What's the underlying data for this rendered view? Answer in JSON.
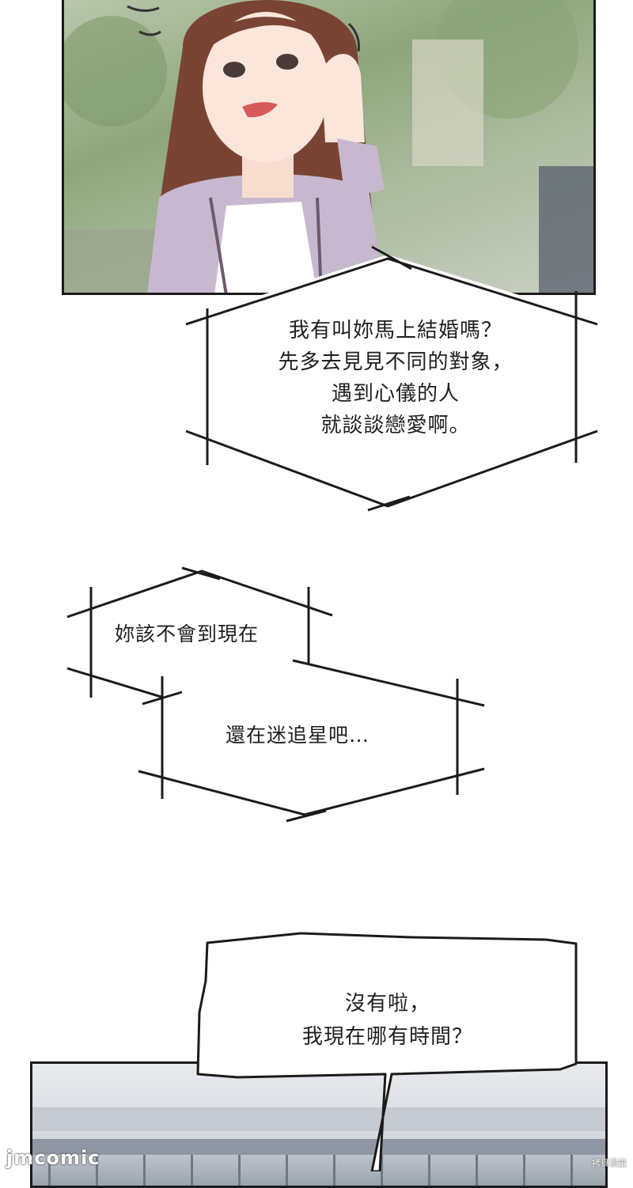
{
  "bubbles": {
    "b1": [
      "我有叫妳馬上結婚嗎？",
      "先多去見見不同的對象，",
      "遇到心儀的人",
      "就談談戀愛啊。"
    ],
    "b2": "妳該不會到現在",
    "b3": "還在迷追星吧…",
    "b4": [
      "沒有啦，",
      "我現在哪有時間？"
    ]
  },
  "watermarks": {
    "left": "jmcomic",
    "right": "拷貝漫畫"
  }
}
